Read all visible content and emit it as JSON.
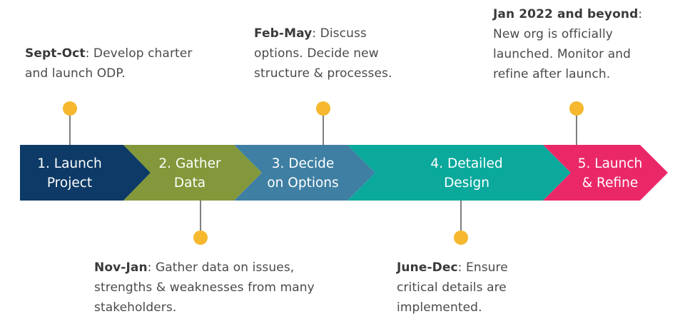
{
  "stages": [
    {
      "label": "1. Launch\nProject",
      "color": "#0d3a66"
    },
    {
      "label": "2. Gather\nData",
      "color": "#82983a"
    },
    {
      "label": "3. Decide\non Options",
      "color": "#3f7fa3"
    },
    {
      "label": "4. Detailed\nDesign",
      "color": "#0aa99c"
    },
    {
      "label": "5. Launch\n& Refine",
      "color": "#ea2868"
    }
  ],
  "milestone_color": "#f5b82e",
  "connector_color": "#3a3a3a",
  "notes": [
    {
      "period": "Sept-Oct",
      "text": ": Develop charter and launch ODP."
    },
    {
      "period": "Nov-Jan",
      "text": ": Gather data on issues, strengths & weaknesses from many stakeholders."
    },
    {
      "period": "Feb-May",
      "text": ": Discuss options. Decide new structure & processes."
    },
    {
      "period": "June-Dec",
      "text": ": Ensure critical details are implemented."
    },
    {
      "period": "Jan 2022 and beyond",
      "text": ": New org is officially launched. Monitor and refine after launch."
    }
  ]
}
